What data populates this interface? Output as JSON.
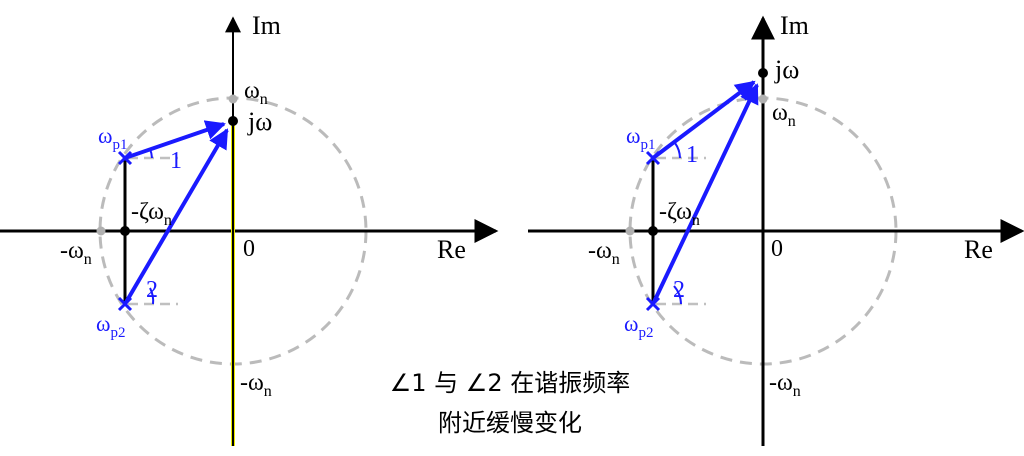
{
  "colors": {
    "axis": "#000000",
    "vertical_highlight": "#e8e800",
    "circle": "#bbbbbb",
    "pole_vector": "#1a1aff",
    "marker_gray": "#b0b0b0"
  },
  "left_plot": {
    "im_label": "Im",
    "re_label": "Re",
    "zero_label": "0",
    "omega_n_top": {
      "main": "ω",
      "sub": "n"
    },
    "omega_n_bottom": {
      "main": "-ω",
      "sub": "n"
    },
    "omega_n_left": {
      "main": "-ω",
      "sub": "n"
    },
    "jw_label": "jω",
    "zeta_label": {
      "main": "-ζω",
      "sub": "n"
    },
    "pole1_label": {
      "main": "ω",
      "sub": "p1"
    },
    "pole2_label": {
      "main": "ω",
      "sub": "p2"
    },
    "angle1_label": "1",
    "angle2_label": "2"
  },
  "right_plot": {
    "im_label": "Im",
    "re_label": "Re",
    "zero_label": "0",
    "omega_n_top": {
      "main": "ω",
      "sub": "n"
    },
    "omega_n_bottom": {
      "main": "-ω",
      "sub": "n"
    },
    "omega_n_left": {
      "main": "-ω",
      "sub": "n"
    },
    "jw_label": "jω",
    "zeta_label": {
      "main": "-ζω",
      "sub": "n"
    },
    "pole1_label": {
      "main": "ω",
      "sub": "p1"
    },
    "pole2_label": {
      "main": "ω",
      "sub": "p2"
    },
    "angle1_label": "1",
    "angle2_label": "2"
  },
  "caption": {
    "line1": "∠1 与 ∠2 在谐振频率",
    "line2": "附近缓慢变化"
  }
}
